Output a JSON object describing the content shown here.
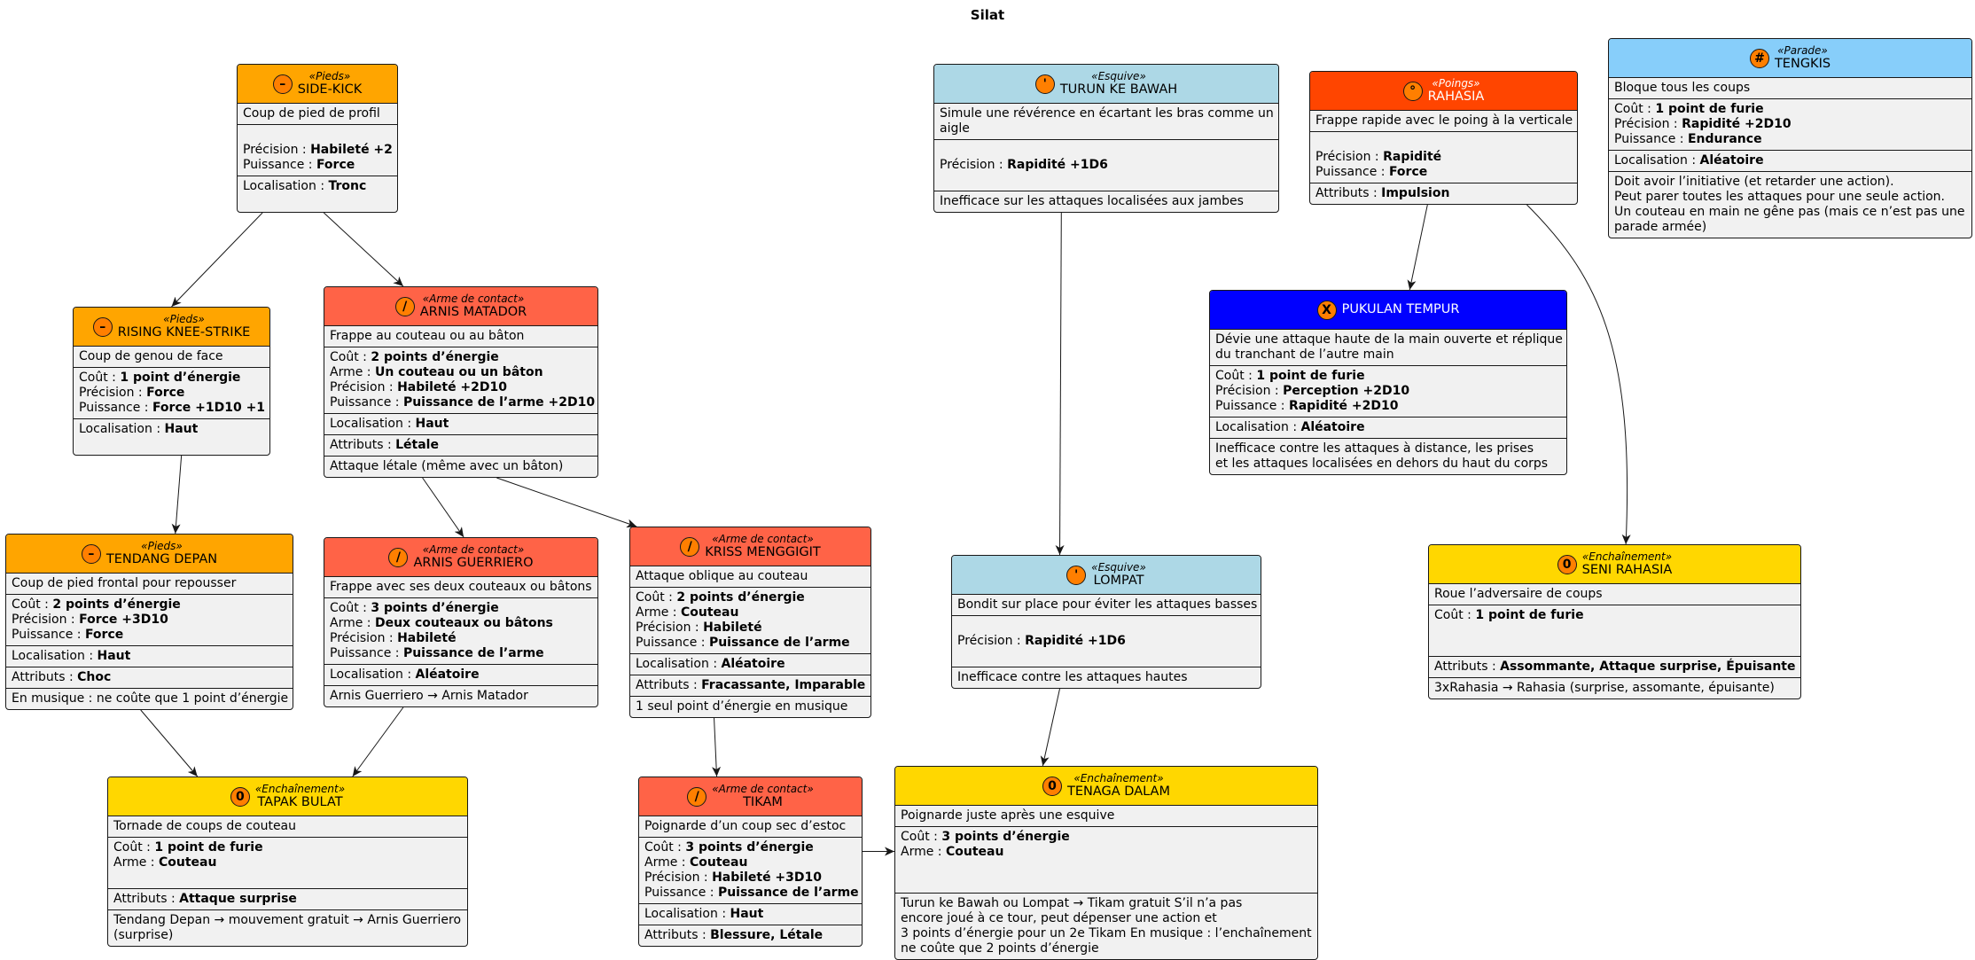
{
  "title": "Silat",
  "nodes": [
    {
      "id": "sidekick",
      "name": "SIDE-KICK",
      "stereotype": "«Pieds»",
      "icon": "–",
      "color": "#ffa500",
      "sections": [
        [
          {
            "t": "Coup de pied de profil"
          }
        ],
        [
          {
            "gap": true
          },
          {
            "k": "Précision : ",
            "v": "Habileté +2"
          },
          {
            "k": "Puissance : ",
            "v": "Force"
          }
        ],
        [
          {
            "k": "Localisation : ",
            "v": "Tronc"
          },
          {
            "gap": true
          }
        ]
      ]
    },
    {
      "id": "knee",
      "name": "RISING KNEE-STRIKE",
      "stereotype": "«Pieds»",
      "icon": "–",
      "color": "#ffa500",
      "sections": [
        [
          {
            "t": "Coup de genou de face"
          }
        ],
        [
          {
            "k": "Coût : ",
            "v": "1 point d’énergie"
          },
          {
            "k": "Précision : ",
            "v": "Force"
          },
          {
            "k": "Puissance : ",
            "v": "Force +1D10 +1"
          }
        ],
        [
          {
            "k": "Localisation : ",
            "v": "Haut"
          },
          {
            "gap": true
          }
        ]
      ]
    },
    {
      "id": "tendang",
      "name": "TENDANG DEPAN",
      "stereotype": "«Pieds»",
      "icon": "–",
      "color": "#ffa500",
      "sections": [
        [
          {
            "t": "Coup de pied frontal pour repousser"
          }
        ],
        [
          {
            "k": "Coût : ",
            "v": "2 points d’énergie"
          },
          {
            "k": "Précision : ",
            "v": "Force +3D10"
          },
          {
            "k": "Puissance : ",
            "v": "Force"
          }
        ],
        [
          {
            "k": "Localisation : ",
            "v": "Haut"
          }
        ],
        [
          {
            "k": "Attributs : ",
            "v": "Choc"
          }
        ],
        [
          {
            "t": "En musique : ne coûte que 1 point d’énergie"
          }
        ]
      ]
    },
    {
      "id": "matador",
      "name": "ARNIS MATADOR",
      "stereotype": "«Arme de contact»",
      "icon": "/",
      "color": "#ff6347",
      "sections": [
        [
          {
            "t": "Frappe au couteau ou au bâton"
          }
        ],
        [
          {
            "k": "Coût : ",
            "v": "2 points d’énergie"
          },
          {
            "k": "Arme : ",
            "v": "Un couteau ou un bâton"
          },
          {
            "k": "Précision : ",
            "v": "Habileté +2D10"
          },
          {
            "k": "Puissance : ",
            "v": "Puissance de l’arme +2D10"
          }
        ],
        [
          {
            "k": "Localisation : ",
            "v": "Haut"
          }
        ],
        [
          {
            "k": "Attributs : ",
            "v": "Létale"
          }
        ],
        [
          {
            "t": "Attaque létale (même avec un bâton)"
          }
        ]
      ]
    },
    {
      "id": "guerriero",
      "name": "ARNIS GUERRIERO",
      "stereotype": "«Arme de contact»",
      "icon": "/",
      "color": "#ff6347",
      "sections": [
        [
          {
            "t": "Frappe avec ses deux couteaux ou bâtons"
          }
        ],
        [
          {
            "k": "Coût : ",
            "v": "3 points d’énergie"
          },
          {
            "k": "Arme : ",
            "v": "Deux couteaux ou bâtons"
          },
          {
            "k": "Précision : ",
            "v": "Habileté"
          },
          {
            "k": "Puissance : ",
            "v": "Puissance de l’arme"
          }
        ],
        [
          {
            "k": "Localisation : ",
            "v": "Aléatoire"
          }
        ],
        [
          {
            "t": "Arnis Guerriero → Arnis Matador"
          }
        ]
      ]
    },
    {
      "id": "kriss",
      "name": "KRISS MENGGIGIT",
      "stereotype": "«Arme de contact»",
      "icon": "/",
      "color": "#ff6347",
      "sections": [
        [
          {
            "t": "Attaque oblique au couteau"
          }
        ],
        [
          {
            "k": "Coût : ",
            "v": "2 points d’énergie"
          },
          {
            "k": "Arme : ",
            "v": "Couteau"
          },
          {
            "k": "Précision : ",
            "v": "Habileté"
          },
          {
            "k": "Puissance : ",
            "v": "Puissance de l’arme"
          }
        ],
        [
          {
            "k": "Localisation : ",
            "v": "Aléatoire"
          }
        ],
        [
          {
            "k": "Attributs : ",
            "v": "Fracassante, Imparable"
          }
        ],
        [
          {
            "t": "1 seul point d’énergie en musique"
          }
        ]
      ]
    },
    {
      "id": "tapak",
      "name": "TAPAK BULAT",
      "stereotype": "«Enchaînement»",
      "icon": "0",
      "color": "#ffd700",
      "sections": [
        [
          {
            "t": "Tornade de coups de couteau"
          }
        ],
        [
          {
            "k": "Coût : ",
            "v": "1 point de furie"
          },
          {
            "k": "Arme : ",
            "v": "Couteau"
          },
          {
            "gap": true
          }
        ],
        [
          {
            "k": "Attributs : ",
            "v": "Attaque surprise"
          }
        ],
        [
          {
            "t": "Tendang Depan → mouvement gratuit → Arnis Guerriero"
          },
          {
            "t": "(surprise)"
          }
        ]
      ]
    },
    {
      "id": "tikam",
      "name": "TIKAM",
      "stereotype": "«Arme de contact»",
      "icon": "/",
      "color": "#ff6347",
      "sections": [
        [
          {
            "t": "Poignarde d’un coup sec d’estoc"
          }
        ],
        [
          {
            "k": "Coût : ",
            "v": "3 points d’énergie"
          },
          {
            "k": "Arme : ",
            "v": "Couteau"
          },
          {
            "k": "Précision : ",
            "v": "Habileté +3D10"
          },
          {
            "k": "Puissance : ",
            "v": "Puissance de l’arme"
          }
        ],
        [
          {
            "k": "Localisation : ",
            "v": "Haut"
          }
        ],
        [
          {
            "k": "Attributs : ",
            "v": "Blessure, Létale"
          }
        ]
      ]
    },
    {
      "id": "turun",
      "name": "TURUN KE BAWAH",
      "stereotype": "«Esquive»",
      "icon": "'",
      "color": "#add8e6",
      "sections": [
        [
          {
            "t": "Simule une révérence en écartant les bras comme un"
          },
          {
            "t": "aigle"
          }
        ],
        [
          {
            "gap": true
          },
          {
            "k": "Précision : ",
            "v": "Rapidité +1D6"
          },
          {
            "gap": true
          }
        ],
        [
          {
            "t": "Inefficace sur les attaques localisées aux jambes"
          }
        ]
      ]
    },
    {
      "id": "lompat",
      "name": "LOMPAT",
      "stereotype": "«Esquive»",
      "icon": "'",
      "color": "#add8e6",
      "sections": [
        [
          {
            "t": "Bondit sur place pour éviter les attaques basses"
          }
        ],
        [
          {
            "gap": true
          },
          {
            "k": "Précision : ",
            "v": "Rapidité +1D6"
          },
          {
            "gap": true
          }
        ],
        [
          {
            "t": "Inefficace contre les attaques hautes"
          }
        ]
      ]
    },
    {
      "id": "tenaga",
      "name": "TENAGA DALAM",
      "stereotype": "«Enchaînement»",
      "icon": "0",
      "color": "#ffd700",
      "sections": [
        [
          {
            "t": "Poignarde juste après une esquive"
          }
        ],
        [
          {
            "k": "Coût : ",
            "v": "3 points d’énergie"
          },
          {
            "k": "Arme : ",
            "v": "Couteau"
          },
          {
            "gap": true
          },
          {
            "gap": true
          }
        ],
        [
          {
            "t": "Turun ke Bawah ou Lompat → Tikam gratuit S’il n’a pas"
          },
          {
            "t": "encore joué à ce tour, peut dépenser une action et"
          },
          {
            "t": "3 points d’énergie pour un 2e Tikam En musique : l’enchaînement"
          },
          {
            "t": "ne coûte que 2 points d’énergie"
          }
        ]
      ]
    },
    {
      "id": "rahasia",
      "name": "RAHASIA",
      "stereotype": "«Poings»",
      "icon": "°",
      "color": "#ff4500",
      "textColor": "#ffffff",
      "sections": [
        [
          {
            "t": "Frappe rapide avec le poing à la verticale"
          }
        ],
        [
          {
            "gap": true
          },
          {
            "k": "Précision : ",
            "v": "Rapidité"
          },
          {
            "k": "Puissance : ",
            "v": "Force"
          }
        ],
        [
          {
            "k": "Attributs : ",
            "v": "Impulsion"
          }
        ]
      ]
    },
    {
      "id": "pukulan",
      "name": "PUKULAN TEMPUR",
      "stereotype": "",
      "icon": "X",
      "color": "#0000ff",
      "textColor": "#ffffff",
      "sections": [
        [
          {
            "t": "Dévie une attaque haute de la main ouverte et réplique"
          },
          {
            "t": "du tranchant de l’autre main"
          }
        ],
        [
          {
            "k": "Coût : ",
            "v": "1 point de furie"
          },
          {
            "k": "Précision : ",
            "v": "Perception +2D10"
          },
          {
            "k": "Puissance : ",
            "v": "Rapidité +2D10"
          }
        ],
        [
          {
            "k": "Localisation : ",
            "v": "Aléatoire"
          }
        ],
        [
          {
            "t": "Inefficace contre les attaques à distance, les prises"
          },
          {
            "t": "et les attaques localisées en dehors du haut du corps"
          }
        ]
      ]
    },
    {
      "id": "seni",
      "name": "SENI RAHASIA",
      "stereotype": "«Enchaînement»",
      "icon": "0",
      "color": "#ffd700",
      "sections": [
        [
          {
            "t": "Roue l’adversaire de coups"
          }
        ],
        [
          {
            "k": "Coût : ",
            "v": "1 point de furie"
          },
          {
            "gap": true
          },
          {
            "gap": true
          }
        ],
        [
          {
            "k": "Attributs : ",
            "v": "Assommante, Attaque surprise, Épuisante"
          }
        ],
        [
          {
            "t": "3xRahasia → Rahasia (surprise, assomante, épuisante)"
          }
        ]
      ]
    },
    {
      "id": "tengkis",
      "name": "TENGKIS",
      "stereotype": "«Parade»",
      "icon": "#",
      "color": "#87cefa",
      "sections": [
        [
          {
            "t": "Bloque tous les coups"
          }
        ],
        [
          {
            "k": "Coût : ",
            "v": "1 point de furie"
          },
          {
            "k": "Précision : ",
            "v": "Rapidité +2D10"
          },
          {
            "k": "Puissance : ",
            "v": "Endurance"
          }
        ],
        [
          {
            "k": "Localisation : ",
            "v": "Aléatoire"
          }
        ],
        [
          {
            "t": "Doit avoir l’initiative (et retarder une action)."
          },
          {
            "t": "Peut parer toutes les attaques pour une seule action."
          },
          {
            "t": "Un couteau en main ne gêne pas (mais ce n’est pas une"
          },
          {
            "t": "parade armée)"
          }
        ]
      ]
    }
  ],
  "edges": [
    {
      "from": "sidekick",
      "to": "knee"
    },
    {
      "from": "sidekick",
      "to": "matador"
    },
    {
      "from": "knee",
      "to": "tendang"
    },
    {
      "from": "matador",
      "to": "guerriero"
    },
    {
      "from": "matador",
      "to": "kriss"
    },
    {
      "from": "tendang",
      "to": "tapak"
    },
    {
      "from": "guerriero",
      "to": "tapak"
    },
    {
      "from": "kriss",
      "to": "tikam"
    },
    {
      "from": "tikam",
      "to": "tenaga"
    },
    {
      "from": "turun",
      "to": "lompat"
    },
    {
      "from": "lompat",
      "to": "tenaga"
    },
    {
      "from": "rahasia",
      "to": "pukulan"
    },
    {
      "from": "rahasia",
      "to": "seni"
    }
  ]
}
